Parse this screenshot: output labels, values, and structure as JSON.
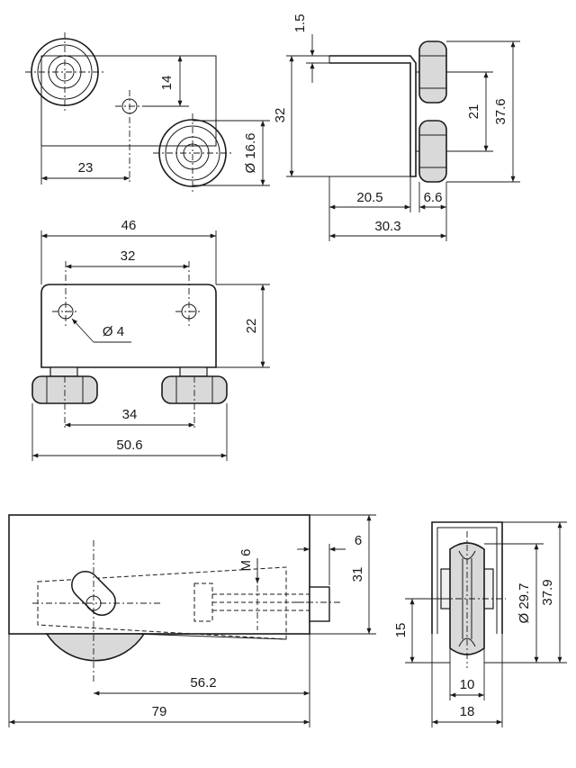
{
  "labels": {
    "d_1_5": "1.5",
    "d_14": "14",
    "d_32_side": "32",
    "d_21": "21",
    "d_37_6": "37.6",
    "d_dia_16_6": "Ø 16.6",
    "d_23": "23",
    "d_20_5": "20.5",
    "d_6_6": "6.6",
    "d_30_3": "30.3",
    "d_46": "46",
    "d_32_front": "32",
    "d_22": "22",
    "d_dia_4": "Ø 4",
    "d_34": "34",
    "d_50_6": "50.6",
    "d_m6": "M 6",
    "d_6": "6",
    "d_31": "31",
    "d_56_2": "56.2",
    "d_79": "79",
    "d_15": "15",
    "d_dia_29_7": "Ø 29.7",
    "d_37_9": "37.9",
    "d_10": "10",
    "d_18": "18"
  }
}
